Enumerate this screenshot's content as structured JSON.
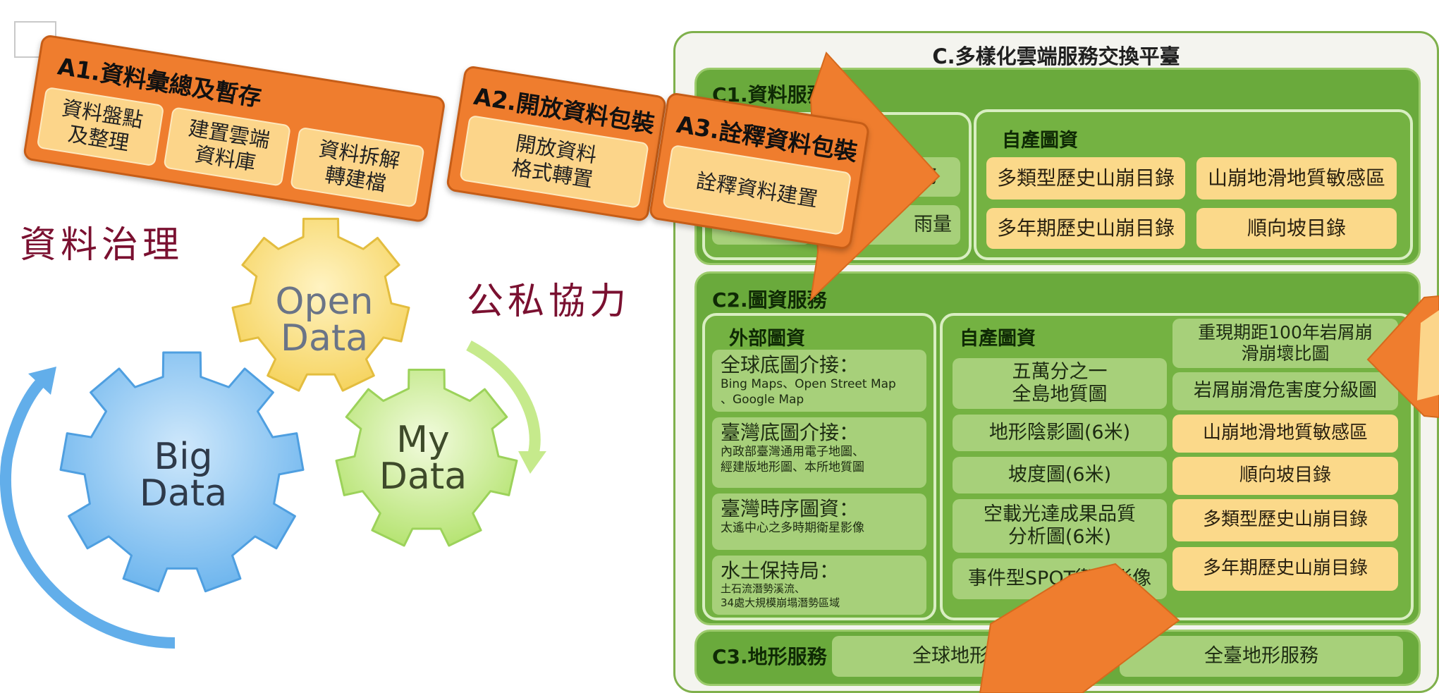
{
  "banner": {
    "a1": {
      "title": "A1.資料彙總及暫存",
      "items": [
        "資料盤點\n及整理",
        "建置雲端\n資料庫",
        "資料拆解\n轉建檔"
      ]
    },
    "a2": {
      "title": "A2.開放資料包裝",
      "items": [
        "開放資料\n格式轉置"
      ]
    },
    "a3": {
      "title": "A3.詮釋資料包裝",
      "items": [
        "詮釋資料建置"
      ]
    }
  },
  "left": {
    "governance": "資料治理",
    "partnership": "公私協力",
    "gears": {
      "open": "Open\nData",
      "big": "Big\nData",
      "my": "My\nData"
    }
  },
  "platform": {
    "title": "C.多樣化雲端服務交換平臺",
    "c1": {
      "title": "C1.資料服務",
      "ext_partial": [
        "務",
        "環境",
        "雨量"
      ],
      "own": {
        "title": "自產圖資",
        "items": [
          "多類型歷史山崩目錄",
          "山崩地滑地質敏感區",
          "多年期歷史山崩目錄",
          "順向坡目錄"
        ]
      }
    },
    "c2": {
      "title": "C2.圖資服務",
      "ext": {
        "title": "外部圖資",
        "items": [
          {
            "h": "全球底圖介接：",
            "s": "Bing Maps、Open Street Map\n、Google Map"
          },
          {
            "h": "臺灣底圖介接：",
            "s": "內政部臺灣通用電子地圖、\n經建版地形圖、本所地質圖"
          },
          {
            "h": "臺灣時序圖資：",
            "s": "太遙中心之多時期衛星影像"
          },
          {
            "h": "水土保持局：",
            "s": "土石流潛勢溪流、\n34處大規模崩塌潛勢區域"
          }
        ]
      },
      "own": {
        "title": "自產圖資",
        "left_items": [
          "五萬分之一\n全島地質圖",
          "地形陰影圖(6米)",
          "坡度圖(6米)",
          "空載光達成果品質\n分析圖(6米)",
          "事件型SPOT衛星影像"
        ],
        "right_green": [
          "重現期距100年岩屑崩\n滑崩壞比圖",
          "岩屑崩滑危害度分級圖"
        ],
        "right_orange": [
          "山崩地滑地質敏感區",
          "順向坡目錄",
          "多類型歷史山崩目錄",
          "多年期歷史山崩目錄"
        ]
      }
    },
    "c3": {
      "title": "C3.地形服務",
      "items": [
        "全球地形服務",
        "全臺地形服務"
      ]
    }
  },
  "colors": {
    "orange": "#ef7d2e",
    "green": "#6aaa3c",
    "pill": "#fcd58a",
    "light_green": "#a7d07a",
    "text_dark_red": "#7a1030"
  }
}
